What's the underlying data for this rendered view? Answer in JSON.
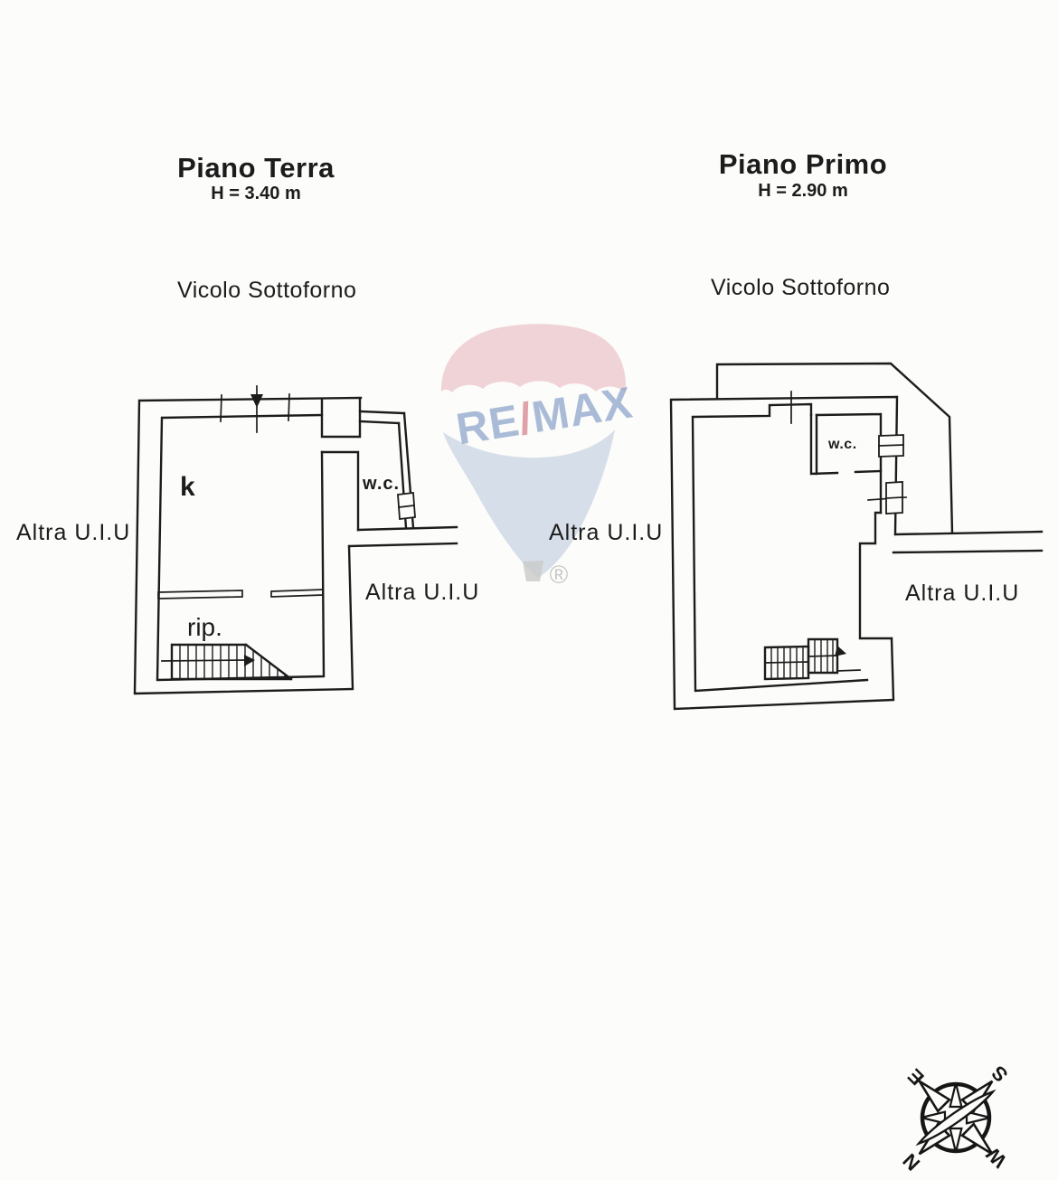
{
  "page": {
    "background": "#fcfcfa",
    "ink": "#1c1c1c"
  },
  "plans": [
    {
      "title": "Piano Terra",
      "height_note": "H = 3.40 m",
      "street_label": "Vicolo Sottoforno",
      "room_labels": {
        "kitchen": "k",
        "wc": "w.c.",
        "storage": "rip."
      },
      "adjacent_unit_left": "Altra U.I.U",
      "adjacent_unit_right": "Altra U.I.U"
    },
    {
      "title": "Piano Primo",
      "height_note": "H = 2.90 m",
      "street_label": "Vicolo Sottoforno",
      "room_labels": {
        "wc": "w.c."
      },
      "adjacent_unit_left": "Altra U.I.U",
      "adjacent_unit_right": "Altra U.I.U"
    }
  ],
  "watermark": {
    "brand_part1": "RE",
    "brand_slash": "/",
    "brand_part2": "MAX",
    "registered_symbol": "®",
    "balloon_red": "#e2a2aa",
    "balloon_blue": "#bcc9de",
    "text_blue": "#8fa6cc",
    "slash_red": "#d4858d",
    "gray": "#c6c6c6"
  },
  "compass": {
    "north": "N",
    "south": "S",
    "east": "E",
    "west": "W"
  }
}
